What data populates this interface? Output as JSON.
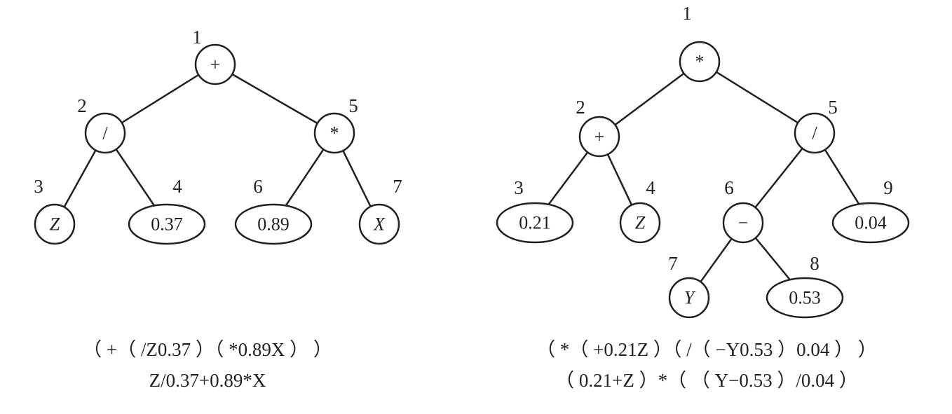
{
  "left_tree": {
    "nodes": [
      {
        "index": "1",
        "symbol": "+"
      },
      {
        "index": "2",
        "symbol": "/"
      },
      {
        "index": "3",
        "symbol": "Z"
      },
      {
        "index": "4",
        "symbol": "0.37"
      },
      {
        "index": "5",
        "symbol": "*"
      },
      {
        "index": "6",
        "symbol": "0.89"
      },
      {
        "index": "7",
        "symbol": "X"
      }
    ],
    "prefix_expression": "（ +（ /Z0.37 ）（ *0.89X ）  ）",
    "infix_expression": "Z/0.37+0.89*X"
  },
  "right_tree": {
    "nodes": [
      {
        "index": "1",
        "symbol": "*"
      },
      {
        "index": "2",
        "symbol": "+"
      },
      {
        "index": "3",
        "symbol": "0.21"
      },
      {
        "index": "4",
        "symbol": "Z"
      },
      {
        "index": "5",
        "symbol": "/"
      },
      {
        "index": "6",
        "symbol": "−"
      },
      {
        "index": "7",
        "symbol": "Y"
      },
      {
        "index": "8",
        "symbol": "0.53"
      },
      {
        "index": "9",
        "symbol": "0.04"
      }
    ],
    "prefix_expression": "（ *（ +0.21Z ）（ /（ −Y0.53 ）0.04 ） ）",
    "infix_expression": "（ 0.21+Z ）*（ （ Y−0.53 ）/0.04 ）"
  }
}
